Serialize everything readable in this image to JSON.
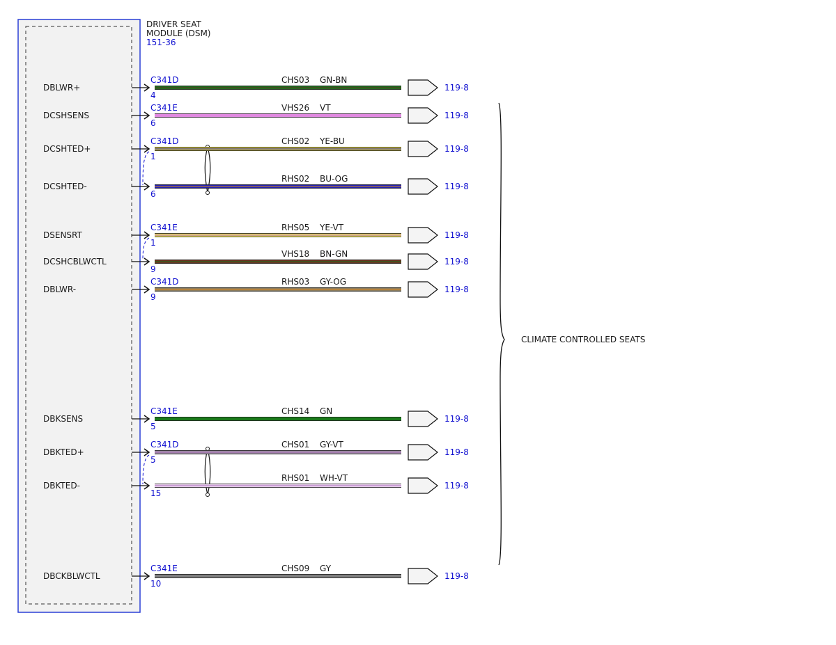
{
  "module": {
    "name_line1": "DRIVER SEAT",
    "name_line2": "MODULE (DSM)",
    "ref": "151-36"
  },
  "bracket_label": "CLIMATE CONTROLLED SEATS",
  "colors": {
    "module_border": "#2a3fd6",
    "module_fill": "#f2f2f2",
    "ref_text": "#1010d0",
    "GN-BN": "#1e6b1e",
    "VT": "#e088e0",
    "YE-BU": "#d8c840",
    "BU-OG": "#2020b0",
    "YE-VT": "#e8d85a",
    "BN-GN": "#6b3420",
    "GY-OG": "#8a7a5a",
    "GN": "#1a7a1a",
    "GY-VT": "#9a8aa0",
    "WH-VT": "#e8d0ec",
    "GY": "#808080"
  },
  "circuits": [
    {
      "pin": "DBLWR+",
      "connector": "C341D",
      "pin_no": "4",
      "circuit": "CHS03",
      "color_code": "GN-BN",
      "ref": "119-8"
    },
    {
      "pin": "DCSHSENS",
      "connector": "C341E",
      "pin_no": "6",
      "circuit": "VHS26",
      "color_code": "VT",
      "ref": "119-8"
    },
    {
      "pin": "DCSHTED+",
      "connector": "C341D",
      "pin_no": "1",
      "circuit": "CHS02",
      "color_code": "YE-BU",
      "ref": "119-8"
    },
    {
      "pin": "DCSHTED-",
      "connector": "",
      "pin_no": "6",
      "circuit": "RHS02",
      "color_code": "BU-OG",
      "ref": "119-8"
    },
    {
      "pin": "DSENSRT",
      "connector": "C341E",
      "pin_no": "1",
      "circuit": "RHS05",
      "color_code": "YE-VT",
      "ref": "119-8"
    },
    {
      "pin": "DCSHCBLWCTL",
      "connector": "",
      "pin_no": "9",
      "circuit": "VHS18",
      "color_code": "BN-GN",
      "ref": "119-8"
    },
    {
      "pin": "DBLWR-",
      "connector": "C341D",
      "pin_no": "9",
      "circuit": "RHS03",
      "color_code": "GY-OG",
      "ref": "119-8"
    },
    {
      "pin": "DBKSENS",
      "connector": "C341E",
      "pin_no": "5",
      "circuit": "CHS14",
      "color_code": "GN",
      "ref": "119-8"
    },
    {
      "pin": "DBKTED+",
      "connector": "C341D",
      "pin_no": "5",
      "circuit": "CHS01",
      "color_code": "GY-VT",
      "ref": "119-8"
    },
    {
      "pin": "DBKTED-",
      "connector": "",
      "pin_no": "15",
      "circuit": "RHS01",
      "color_code": "WH-VT",
      "ref": "119-8"
    },
    {
      "pin": "DBCKBLWCTL",
      "connector": "C341E",
      "pin_no": "10",
      "circuit": "CHS09",
      "color_code": "GY",
      "ref": "119-8"
    }
  ]
}
